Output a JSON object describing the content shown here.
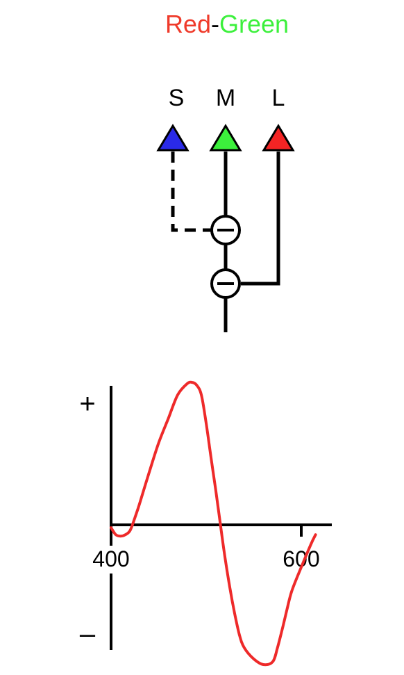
{
  "title": {
    "part1": "Red",
    "sep": "-",
    "part2": "Green",
    "part1_color": "#ef3a2a",
    "sep_color": "#000000",
    "part2_color": "#3cf03c"
  },
  "cones": [
    {
      "label": "S",
      "color": "#2a2ae8"
    },
    {
      "label": "M",
      "color": "#3cf03c"
    },
    {
      "label": "L",
      "color": "#f42424"
    }
  ],
  "operators": [
    "minus",
    "minus"
  ],
  "plot": {
    "plus_label": "+",
    "minus_label": "–",
    "curve_color": "#ee2a2a"
  },
  "chart_data": {
    "type": "line",
    "title": "",
    "xlabel": "",
    "ylabel": "",
    "x_ticks": [
      "400",
      "600"
    ],
    "y_ticks": [
      "+",
      "–"
    ],
    "xlim": [
      400,
      630
    ],
    "ylim": [
      -1.0,
      1.05
    ],
    "series": [
      {
        "color": "#ee2a2a",
        "x": [
          400,
          405,
          410,
          415,
          420,
          425,
          430,
          440,
          450,
          460,
          470,
          480,
          485,
          490,
          495,
          500,
          505,
          510,
          515,
          520,
          525,
          530,
          535,
          540,
          550,
          560,
          570,
          575,
          580,
          585,
          590,
          600,
          610,
          615
        ],
        "y": [
          -0.02,
          -0.07,
          -0.08,
          -0.07,
          -0.04,
          0.05,
          0.15,
          0.37,
          0.58,
          0.75,
          0.92,
          1.0,
          1.01,
          0.99,
          0.92,
          0.72,
          0.48,
          0.25,
          0.0,
          -0.24,
          -0.45,
          -0.63,
          -0.78,
          -0.87,
          -0.95,
          -0.99,
          -0.97,
          -0.87,
          -0.74,
          -0.6,
          -0.47,
          -0.3,
          -0.14,
          -0.07
        ]
      }
    ]
  }
}
